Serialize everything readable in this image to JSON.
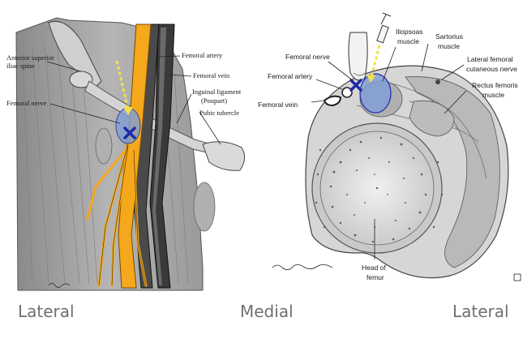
{
  "left_panel": {
    "labels": {
      "anterior_superior": "Anterior superior",
      "iliac_spine": "iliac spine",
      "femoral_nerve": "Femoral nerve",
      "femoral_artery": "Femoral artery",
      "femoral_vein": "Femoral vein",
      "inguinal_ligament": "Inguinal ligament",
      "poupart": "(Poupart)",
      "pubic_tubercle": "Pubic tubercle"
    }
  },
  "right_panel": {
    "labels": {
      "femoral_nerve": "Femoral nerve",
      "femoral_artery": "Femoral artery",
      "femoral_vein": "Femoral vein",
      "iliopsoas_1": "Iliopsoas",
      "iliopsoas_2": "muscle",
      "sartorius_1": "Sartorius",
      "sartorius_2": "muscle",
      "lat_fem_1": "Lateral femoral",
      "lat_fem_2": "cutaneous nerve",
      "rectus_1": "Rectus femoris",
      "rectus_2": "muscle",
      "head_1": "Head of",
      "head_2": "femur"
    }
  },
  "bottom_labels": {
    "left": "Lateral",
    "middle": "Medial",
    "right": "Lateral"
  },
  "colors": {
    "nerve_yellow": "#f5a81c",
    "needle_dash": "#f4e04a",
    "target_fill": "#7e9ed6",
    "target_mark": "#1f2aa8",
    "muscle_gray": "#a9a9a9",
    "vein_dark": "#2a2a2a"
  }
}
